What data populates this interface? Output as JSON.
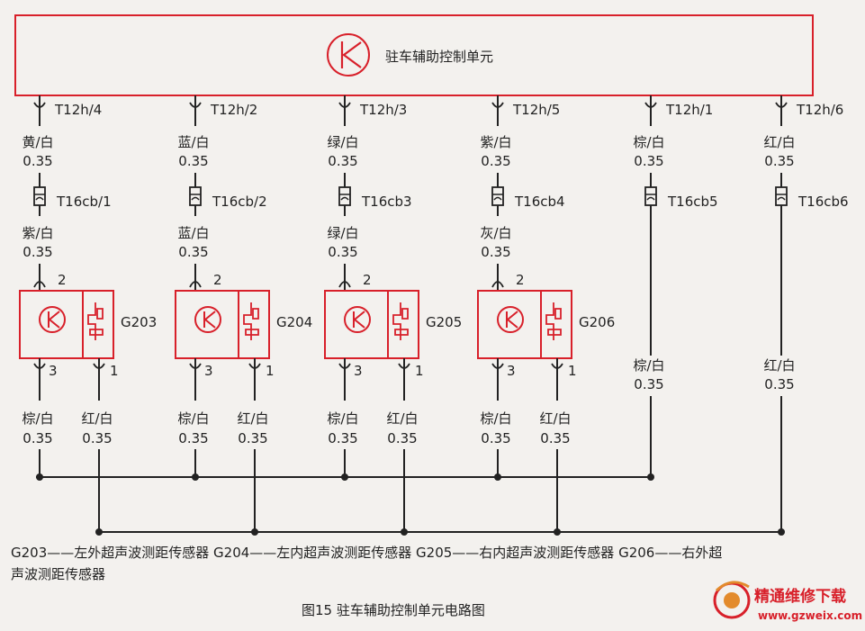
{
  "title": "图15 驻车辅助控制单元电路图",
  "control_unit": {
    "symbol": "K",
    "label": "驻车辅助控制单元"
  },
  "channels": [
    {
      "pin": "T12h/4",
      "wire_top": "黄/白",
      "gauge_top": "0.35",
      "connector": "T16cb/1",
      "wire_mid": "紫/白",
      "gauge_mid": "0.35",
      "sensor": {
        "name": "G203",
        "pin_top": "2",
        "pin_left": "3",
        "pin_right": "1",
        "wire_left": "棕/白",
        "gauge_left": "0.35",
        "wire_right": "红/白",
        "gauge_right": "0.35"
      }
    },
    {
      "pin": "T12h/2",
      "wire_top": "蓝/白",
      "gauge_top": "0.35",
      "connector": "T16cb/2",
      "wire_mid": "蓝/白",
      "gauge_mid": "0.35",
      "sensor": {
        "name": "G204",
        "pin_top": "2",
        "pin_left": "3",
        "pin_right": "1",
        "wire_left": "棕/白",
        "gauge_left": "0.35",
        "wire_right": "红/白",
        "gauge_right": "0.35"
      }
    },
    {
      "pin": "T12h/3",
      "wire_top": "绿/白",
      "gauge_top": "0.35",
      "connector": "T16cb3",
      "wire_mid": "绿/白",
      "gauge_mid": "0.35",
      "sensor": {
        "name": "G205",
        "pin_top": "2",
        "pin_left": "3",
        "pin_right": "1",
        "wire_left": "棕/白",
        "gauge_left": "0.35",
        "wire_right": "红/白",
        "gauge_right": "0.35"
      }
    },
    {
      "pin": "T12h/5",
      "wire_top": "紫/白",
      "gauge_top": "0.35",
      "connector": "T16cb4",
      "wire_mid": "灰/白",
      "gauge_mid": "0.35",
      "sensor": {
        "name": "G206",
        "pin_top": "2",
        "pin_left": "3",
        "pin_right": "1",
        "wire_left": "棕/白",
        "gauge_left": "0.35",
        "wire_right": "红/白",
        "gauge_right": "0.35"
      }
    },
    {
      "pin": "T12h/1",
      "wire_top": "棕/白",
      "gauge_top": "0.35",
      "connector": "T16cb5",
      "wire_bottom": "棕/白",
      "gauge_bottom": "0.35"
    },
    {
      "pin": "T12h/6",
      "wire_top": "红/白",
      "gauge_top": "0.35",
      "connector": "T16cb6",
      "wire_bottom": "红/白",
      "gauge_bottom": "0.35"
    }
  ],
  "legend_line1": "G203——左外超声波测距传感器  G204——左内超声波测距传感器  G205——右内超声波测距传感器  G206——右外超",
  "legend_line2": "声波测距传感器",
  "watermark": {
    "name": "精通维修下载",
    "url": "www.gzweix.com"
  },
  "colors": {
    "red": "#d8202a",
    "wire": "#222222"
  }
}
